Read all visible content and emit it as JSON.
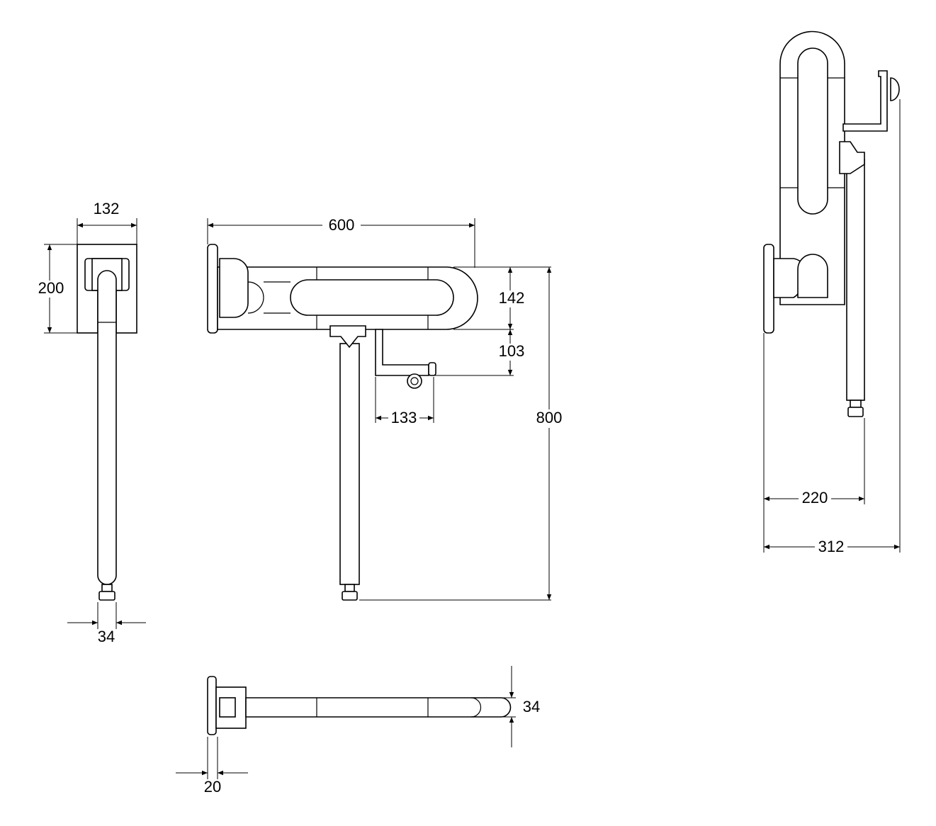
{
  "drawing": {
    "colors": {
      "line": "#000000",
      "background": "#ffffff"
    },
    "side_view": {
      "width_label": "132",
      "height_label": "200",
      "pole_diameter_label": "34"
    },
    "front_view": {
      "length_label": "600",
      "bar_height_label": "142",
      "holder_drop_label": "103",
      "holder_width_label": "133",
      "total_height_label": "800"
    },
    "top_view": {
      "bar_diameter_label": "34",
      "plate_thickness_label": "20"
    },
    "folded_view": {
      "leg_offset_label": "220",
      "total_depth_label": "312"
    }
  }
}
